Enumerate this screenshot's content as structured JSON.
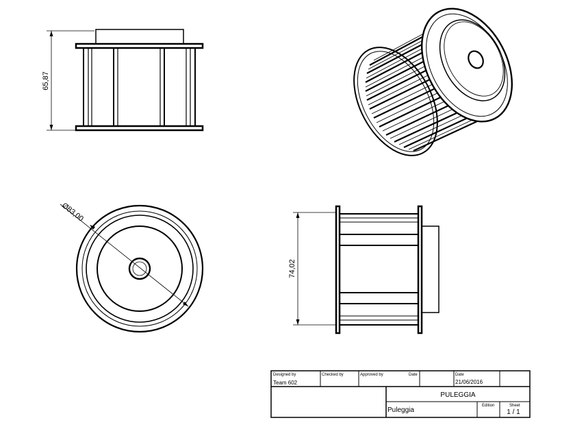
{
  "dimensions": {
    "height_top_view": "65,87",
    "diameter_front_view": "Ø83,00",
    "height_side_view": "74,02"
  },
  "title_block": {
    "designed_by_label": "Designed by",
    "designed_by_value": "Team 602",
    "checked_by_label": "Checked by",
    "approved_by_label": "Approved by",
    "date_label_1": "Date",
    "date_label_2": "Date",
    "date_value": "21/06/2016",
    "title": "PULEGGIA",
    "part_name": "Puleggia",
    "edition_label": "Edition",
    "sheet_label": "Sheet",
    "sheet_value": "1 / 1"
  }
}
